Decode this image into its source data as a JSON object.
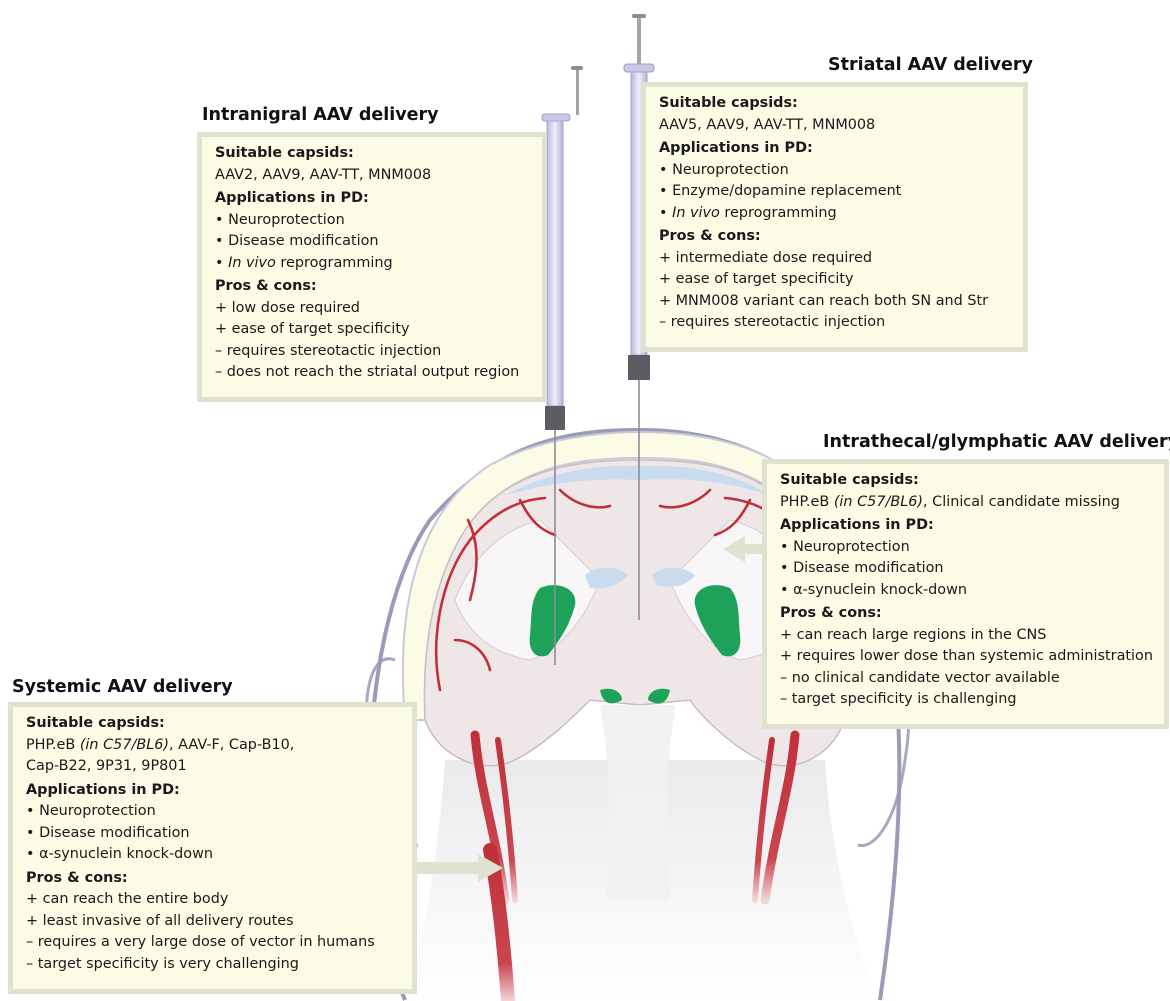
{
  "panels": [
    {
      "id": "intranigral",
      "title": "Intranigral AAV delivery",
      "capsids_heading": "Suitable capsids:",
      "capsids_lines": [
        [
          {
            "t": "AAV2, AAV9, AAV-TT, MNM008",
            "i": false
          }
        ]
      ],
      "applications_heading": "Applications in PD:",
      "applications": [
        [
          {
            "t": "• Neuroprotection",
            "i": false
          }
        ],
        [
          {
            "t": "• Disease modification",
            "i": false
          }
        ],
        [
          {
            "t": "• ",
            "i": false
          },
          {
            "t": "In vivo",
            "i": true
          },
          {
            "t": " reprogramming",
            "i": false
          }
        ]
      ],
      "pros_heading": "Pros & cons:",
      "pros": [
        "+ low dose required",
        "+ ease of target specificity",
        "– requires stereotactic injection",
        "– does not reach the striatal output region"
      ]
    },
    {
      "id": "striatal",
      "title": "Striatal AAV delivery",
      "capsids_heading": "Suitable capsids:",
      "capsids_lines": [
        [
          {
            "t": "AAV5, AAV9, AAV-TT, MNM008",
            "i": false
          }
        ]
      ],
      "applications_heading": "Applications in PD:",
      "applications": [
        [
          {
            "t": "• Neuroprotection",
            "i": false
          }
        ],
        [
          {
            "t": "• Enzyme/dopamine replacement",
            "i": false
          }
        ],
        [
          {
            "t": "• ",
            "i": false
          },
          {
            "t": "In vivo",
            "i": true
          },
          {
            "t": " reprogramming",
            "i": false
          }
        ]
      ],
      "pros_heading": "Pros & cons:",
      "pros": [
        "+ intermediate dose required",
        "+ ease of target specificity",
        "+ MNM008 variant can reach both SN and Str",
        "– requires stereotactic injection"
      ]
    },
    {
      "id": "intrathecal",
      "title": "Intrathecal/glymphatic AAV delivery",
      "capsids_heading": "Suitable capsids:",
      "capsids_lines": [
        [
          {
            "t": "PHP.eB ",
            "i": false
          },
          {
            "t": "(in C57/BL6)",
            "i": true
          },
          {
            "t": ", Clinical candidate missing",
            "i": false
          }
        ]
      ],
      "applications_heading": "Applications in PD:",
      "applications": [
        [
          {
            "t": "• Neuroprotection",
            "i": false
          }
        ],
        [
          {
            "t": "• Disease modification",
            "i": false
          }
        ],
        [
          {
            "t": "• α-synuclein knock-down",
            "i": false
          }
        ]
      ],
      "pros_heading": "Pros & cons:",
      "pros": [
        "+ can reach large regions in the CNS",
        "+ requires lower dose than systemic administration",
        "– no clinical candidate vector available",
        "– target specificity is challenging"
      ]
    },
    {
      "id": "systemic",
      "title": "Systemic AAV delivery",
      "capsids_heading": "Suitable capsids:",
      "capsids_lines": [
        [
          {
            "t": "PHP.eB ",
            "i": false
          },
          {
            "t": "(in C57/BL6)",
            "i": true
          },
          {
            "t": ", AAV-F, Cap-B10,",
            "i": false
          }
        ],
        [
          {
            "t": "Cap-B22, 9P31, 9P801",
            "i": false
          }
        ]
      ],
      "applications_heading": "Applications in PD:",
      "applications": [
        [
          {
            "t": "• Neuroprotection",
            "i": false
          }
        ],
        [
          {
            "t": "• Disease modification",
            "i": false
          }
        ],
        [
          {
            "t": "• α-synuclein knock-down",
            "i": false
          }
        ]
      ],
      "pros_heading": "Pros & cons:",
      "pros": [
        "+ can reach the entire body",
        "+ least invasive of all delivery routes",
        "– requires a very large dose of vector in humans",
        "– target specificity is very challenging"
      ]
    }
  ],
  "colors": {
    "box_fill": "#fbfbe6",
    "box_border": "#dfe2cf",
    "vessel": "#c0303a",
    "striatum": "#1ea25a",
    "ventricle": "#c9dcef",
    "syringe": "#c7c8e6",
    "head_outline": "#9a9bb8"
  }
}
